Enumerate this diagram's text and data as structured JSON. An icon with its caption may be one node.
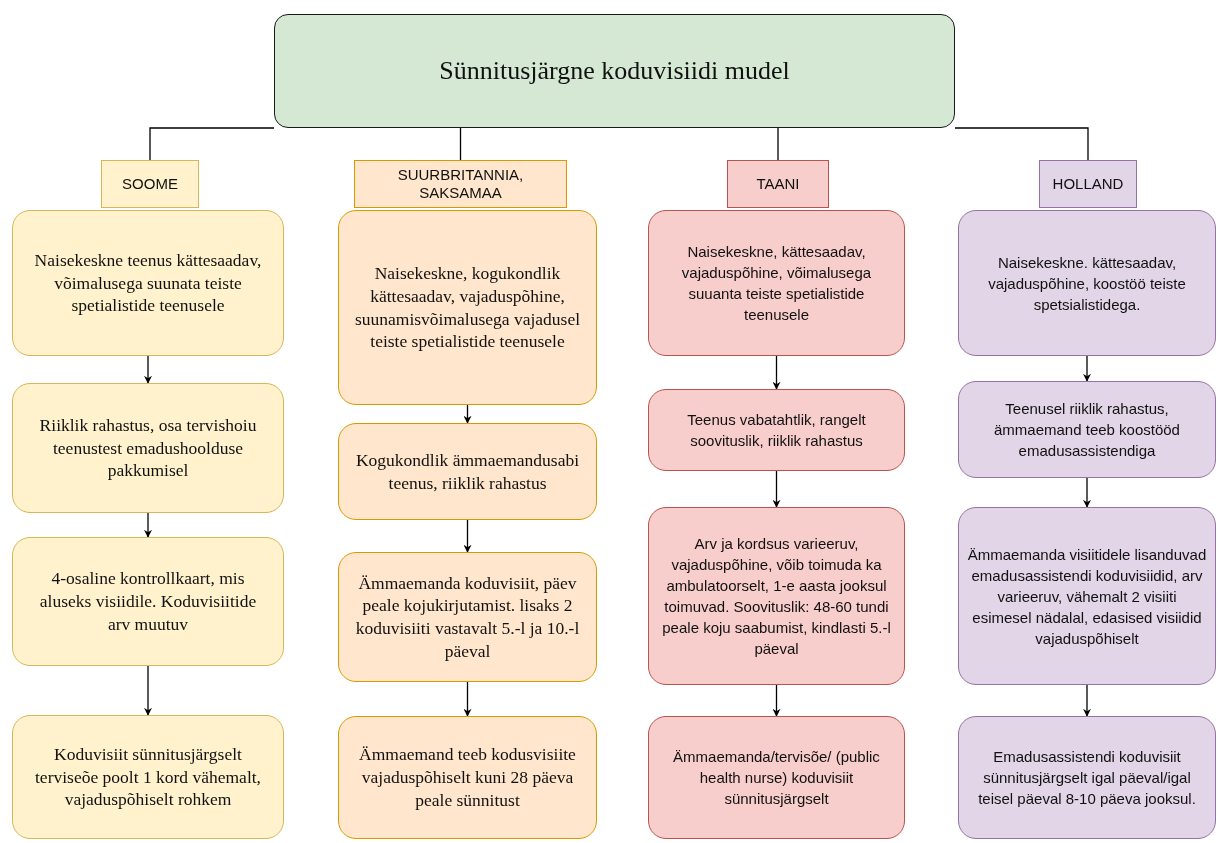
{
  "diagram": {
    "nodes": [
      {
        "text": [
          "Sünnitusjärgne koduvisiidi mudel"
        ]
      },
      {
        "text": [
          "SOOME"
        ]
      },
      {
        "text": [
          "Naisekeskne teenus kättesaadav, võimalusega suunata teiste spetialistide teenusele"
        ]
      },
      {
        "text": [
          "Riiklik rahastus, osa tervishoiu teenustest emadushoolduse pakkumisel"
        ]
      },
      {
        "text": [
          "4-osaline kontrollkaart, mis aluseks visiidile. Koduvisiitide arv muutuv"
        ]
      },
      {
        "text": [
          "Koduvisiit sünnitusjärgselt terviseõe poolt 1 kord vähemalt, vajaduspõhiselt rohkem"
        ]
      },
      {
        "text": [
          "SUURBRITANNIA, SAKSAMAA"
        ]
      },
      {
        "text": [
          "Naisekeskne, kogukondlik kättesaadav, vajaduspõhine, suunamisvõimalusega vajadusel teiste spetialistide teenusele"
        ]
      },
      {
        "text": [
          "Kogukondlik ämmaemandusabi teenus, riiklik rahastus"
        ]
      },
      {
        "text": [
          "Ämmaemanda koduvisiit, päev peale kojukirjutamist. lisaks 2 koduvisiiti vastavalt 5.-l ja 10.-l päeval"
        ]
      },
      {
        "text": [
          "Ämmaemand teeb kodusvisiite vajaduspõhiselt kuni 28 päeva peale sünnitust"
        ]
      },
      {
        "text": [
          "TAANI"
        ]
      },
      {
        "text": [
          "Naisekeskne, kättesaadav, vajaduspõhine, võimalusega suuanta teiste spetialistide teenusele"
        ]
      },
      {
        "text": [
          "Teenus vabatahtlik, rangelt soovituslik, riiklik rahastus"
        ]
      },
      {
        "text": [
          "Arv ja kordsus varieeruv, vajaduspõhine, võib toimuda ka ambulatoorselt, 1-e aasta jooksul toimuvad. Soovituslik: 48-60 tundi peale koju saabumist, kindlasti 5.-l päeval"
        ]
      },
      {
        "text": [
          "Ämmaemanda/tervisõe/ (public health nurse) koduvisiit sünnitusjärgselt"
        ]
      },
      {
        "text": [
          "HOLLAND"
        ]
      },
      {
        "text": [
          "Naisekeskne. kättesaadav, vajaduspõhine, koostöö teiste spetsialistidega."
        ]
      },
      {
        "text": [
          "Teenusel riiklik rahastus, ämmaemand teeb koostööd emadusassistendiga"
        ]
      },
      {
        "text": [
          "Ämmaemanda visiitidele lisanduvad emadusassistendi koduvisiidid, arv varieeruv, vähemalt 2 visiiti esimesel nädalal, edasised visiidid vajaduspõhiselt"
        ]
      },
      {
        "text": [
          "Emadusassistendi koduvisiit sünnitusjärgselt igal päeval/igal teisel päeval 8-10 päeva jooksul."
        ]
      }
    ],
    "edges": [
      {
        "from": 0,
        "to": 1,
        "arrow": "none"
      },
      {
        "from": 0,
        "to": 6,
        "arrow": "none"
      },
      {
        "from": 0,
        "to": 11,
        "arrow": "none"
      },
      {
        "from": 0,
        "to": 16,
        "arrow": "none"
      },
      {
        "from": 2,
        "to": 3,
        "arrow": "to"
      },
      {
        "from": 3,
        "to": 4,
        "arrow": "to"
      },
      {
        "from": 4,
        "to": 5,
        "arrow": "to"
      },
      {
        "from": 7,
        "to": 8,
        "arrow": "to"
      },
      {
        "from": 8,
        "to": 9,
        "arrow": "to"
      },
      {
        "from": 9,
        "to": 10,
        "arrow": "to"
      },
      {
        "from": 12,
        "to": 13,
        "arrow": "to"
      },
      {
        "from": 13,
        "to": 14,
        "arrow": "to"
      },
      {
        "from": 14,
        "to": 15,
        "arrow": "to"
      },
      {
        "from": 17,
        "to": 18,
        "arrow": "to"
      },
      {
        "from": 18,
        "to": 19,
        "arrow": "to"
      },
      {
        "from": 19,
        "to": 20,
        "arrow": "to"
      }
    ]
  }
}
